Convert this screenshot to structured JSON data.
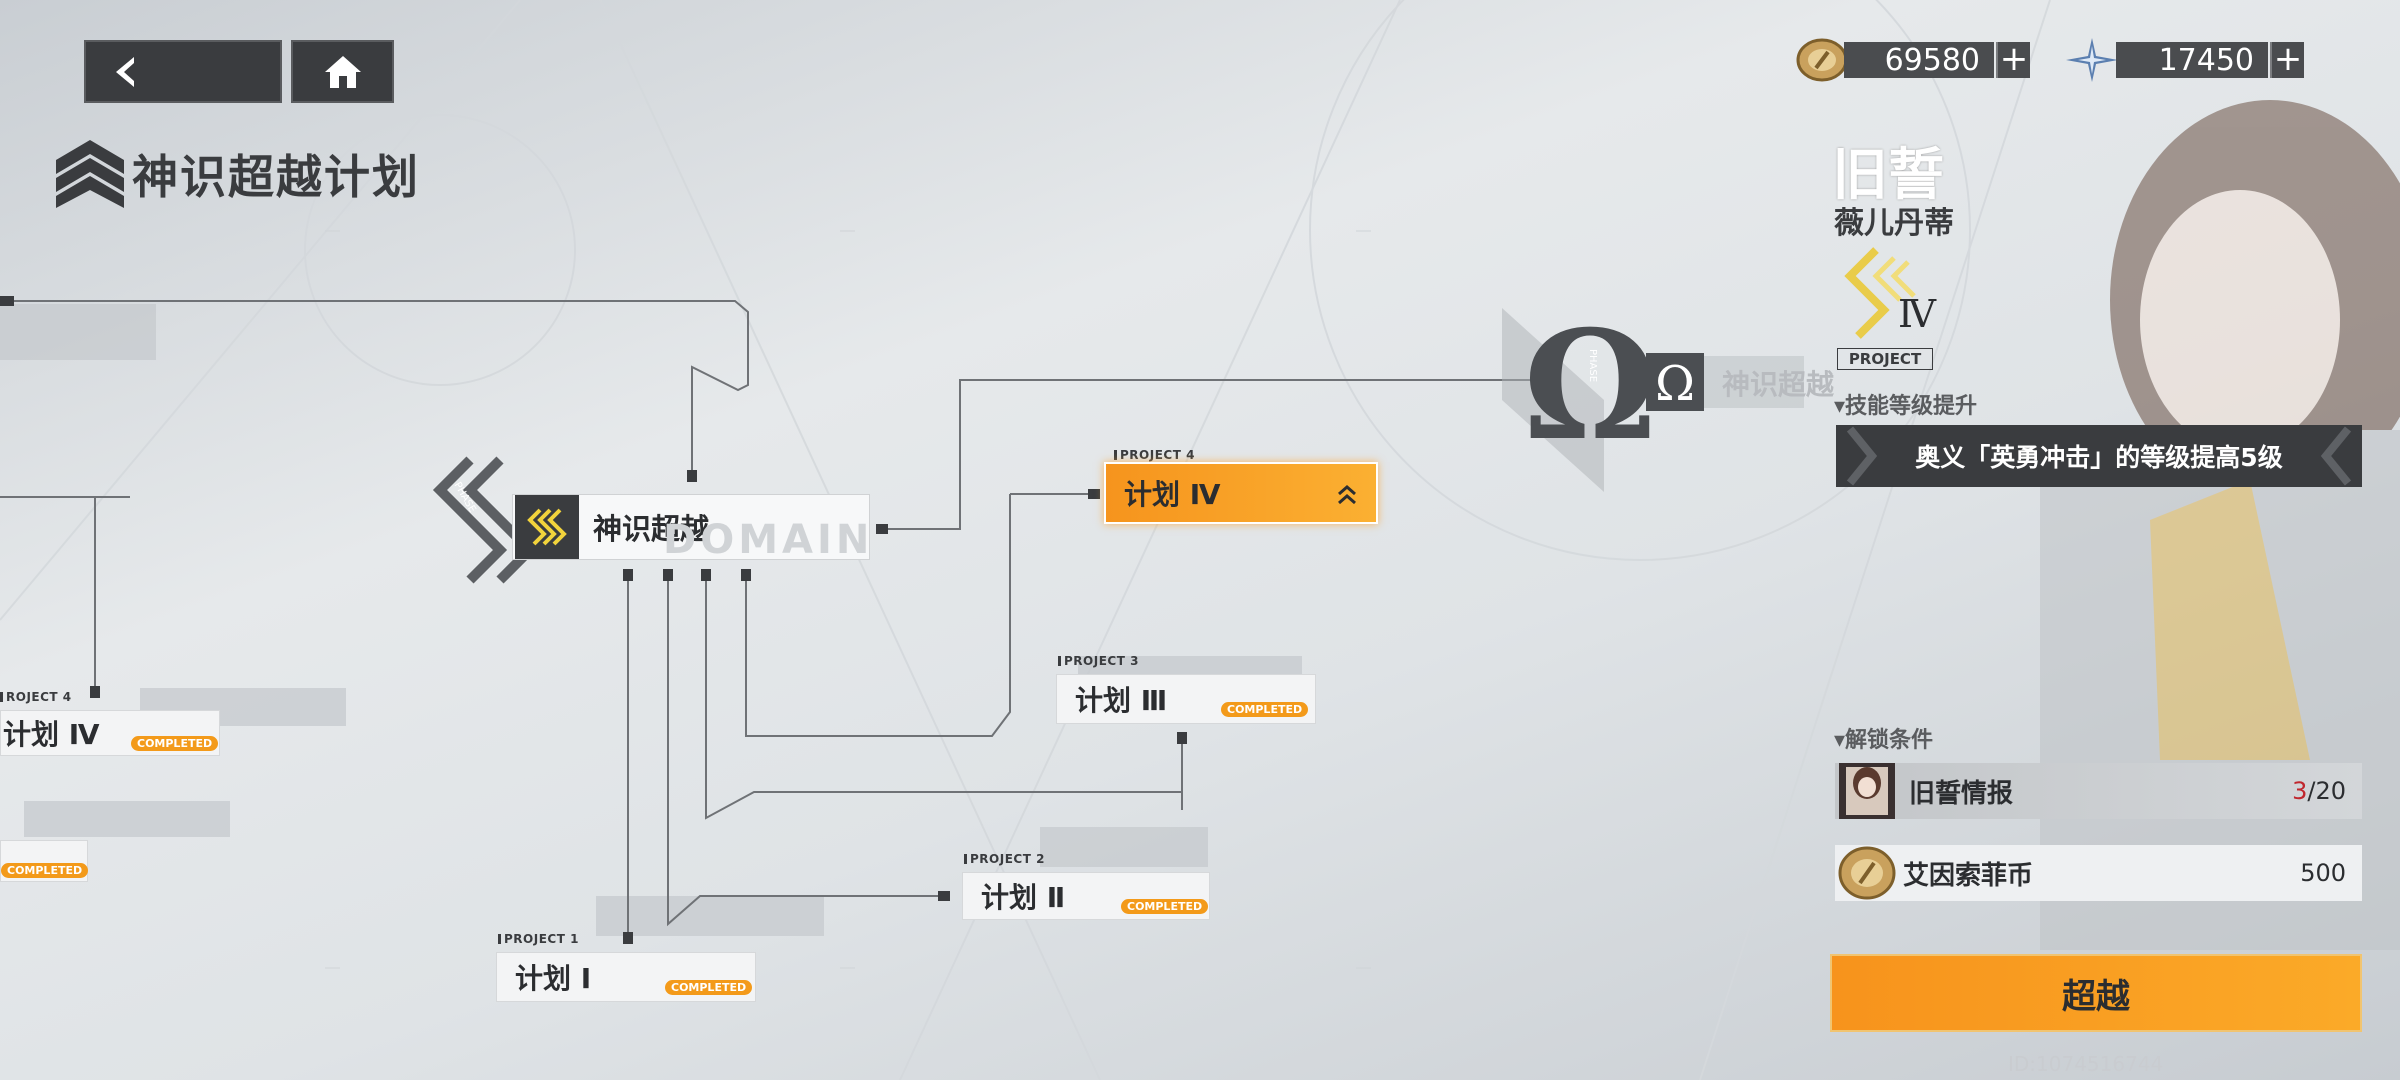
{
  "header": {
    "page_title": "神识超越计划"
  },
  "currency": [
    {
      "icon": "coin-icon",
      "amount": "69580",
      "plus": "+"
    },
    {
      "icon": "star-shard-icon",
      "amount": "17450",
      "plus": "+"
    }
  ],
  "nodes": {
    "center_label": "神识超越",
    "center_watermark": "DOMAIN",
    "omega_label": "神识超越",
    "phase_text": "PHASE",
    "projects": [
      {
        "tag": "PROJECT 1",
        "name": "计划 Ⅰ",
        "status": "COMPLETED"
      },
      {
        "tag": "PROJECT 2",
        "name": "计划 Ⅱ",
        "status": "COMPLETED"
      },
      {
        "tag": "PROJECT 3",
        "name": "计划 Ⅲ",
        "status": "COMPLETED"
      },
      {
        "tag": "PROJECT 4",
        "name": "计划 Ⅳ",
        "status": ""
      },
      {
        "tag": "ROJECT 4",
        "name": "计划 Ⅳ",
        "status": "COMPLETED"
      },
      {
        "tag": "",
        "name": "",
        "status": "COMPLETED"
      }
    ]
  },
  "panel": {
    "character_name": "旧誓",
    "character_sub": "薇儿丹蒂",
    "project_badge": "PROJECT",
    "project_numeral": "Ⅳ",
    "skill_heading": "▾技能等级提升",
    "skill_text": "奥义「英勇冲击」的等级提高5级",
    "unlock_heading": "▾解锁条件",
    "requirements": [
      {
        "label": "旧誓情报",
        "have": "3",
        "need": "/20"
      },
      {
        "label": "艾因索菲币",
        "value": "500"
      }
    ],
    "transcend_button": "超越",
    "uid": "ID:1074516744"
  },
  "colors": {
    "accent": "#f7931c",
    "dark": "#3a3c3f",
    "required_red": "#c0262d"
  }
}
